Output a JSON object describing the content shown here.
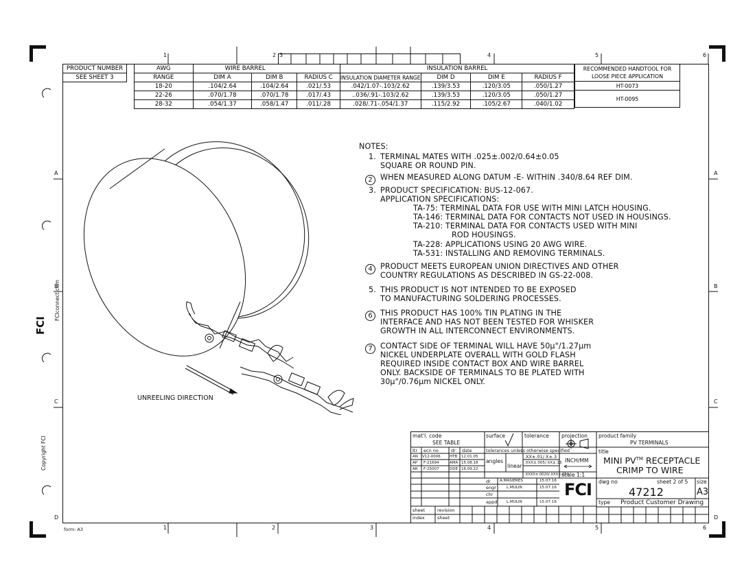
{
  "zones": {
    "columns": [
      "1",
      "2",
      "3",
      "4",
      "5",
      "6"
    ],
    "rows": [
      "A",
      "B",
      "C",
      "D"
    ]
  },
  "wire_table": {
    "product_number_header": "PRODUCT NUMBER",
    "product_number_value": "SEE SHEET 3",
    "awg_header": "AWG",
    "range_header": "RANGE",
    "wire_barrel_header": "WIRE BARREL",
    "insulation_barrel_header": "INSULATION BARREL",
    "columns": [
      "DIM A",
      "DIM B",
      "RADIUS C",
      "INSULATION DIAMETER RANGE",
      "DIM D",
      "DIM E",
      "RADIUS F"
    ],
    "rows": [
      {
        "range": "18-20",
        "cells": [
          ".104/2.64",
          ".104/2.64",
          ".021/.53",
          ".042/1.07-.103/2.62",
          ".139/3.53",
          ".120/3.05",
          ".050/1.27"
        ]
      },
      {
        "range": "22-26",
        "cells": [
          ".070/1.78",
          ".070/1.78",
          ".017/.43",
          "..036/.91-.103/2.62",
          ".139/3.53",
          ".120/3.05",
          ".050/1.27"
        ]
      },
      {
        "range": "28-32",
        "cells": [
          ".054/1.37",
          ".058/1.47",
          ".011/.28",
          ".028/.71-.054/1.37",
          ".115/2.92",
          ".105/2.67",
          ".040/1.02"
        ]
      }
    ],
    "handtool_header_line1": "RECOMMENDED HANDTOOL FOR",
    "handtool_header_line2": "LOOSE PIECE APPLICATION",
    "handtools": [
      "HT-0073",
      "HT-0095"
    ]
  },
  "notes": {
    "title": "NOTES:",
    "n1_num": "1.",
    "n1_l1": "TERMINAL MATES WITH .025±.002/0.64±0.05",
    "n1_l2": "SQUARE OR ROUND PIN.",
    "n2_num": "2",
    "n2_l1": "WHEN MEASURED ALONG DATUM -E- WITHIN .340/8.64 REF DIM.",
    "n3_num": "3.",
    "n3_l1": "PRODUCT SPECIFICATION: BUS-12-067.",
    "n3_l2": "APPLICATION SPECIFICATIONS:",
    "n3_ta75": "TA-75: TERMINAL DATA FOR USE WITH MINI LATCH HOUSING.",
    "n3_ta146": "TA-146: TERMINAL DATA FOR CONTACTS NOT USED IN HOUSINGS.",
    "n3_ta210a": "TA-210: TERMINAL DATA FOR CONTACTS USED WITH MINI",
    "n3_ta210b": "ROD HOUSINGS.",
    "n3_ta228": "TA-228: APPLICATIONS USING 20 AWG WIRE.",
    "n3_ta531": "TA-531: INSTALLING AND REMOVING TERMINALS.",
    "n4_num": "4",
    "n4_l1": "PRODUCT MEETS EUROPEAN UNION DIRECTIVES AND OTHER",
    "n4_l2": "COUNTRY REGULATIONS AS DESCRIBED IN GS-22-008.",
    "n5_num": "5.",
    "n5_l1": "THIS PRODUCT IS NOT INTENDED TO BE EXPOSED",
    "n5_l2": "TO MANUFACTURING SOLDERING PROCESSES.",
    "n6_num": "6",
    "n6_l1": "THIS PRODUCT HAS 100% TIN PLATING IN THE",
    "n6_l2": "INTERFACE AND HAS NOT BEEN TESTED FOR WHISKER",
    "n6_l3": "GROWTH IN ALL INTERCONNECT ENVIRONMENTS.",
    "n7_num": "7",
    "n7_l1": "CONTACT SIDE OF TERMINAL WILL HAVE 50µ\"/1.27µm",
    "n7_l2": "NICKEL UNDERPLATE OVERALL WITH GOLD FLASH",
    "n7_l3": "REQUIRED INSIDE CONTACT BOX AND WIRE BARREL",
    "n7_l4": "ONLY. BACKSIDE OF TERMINALS TO BE PLATED WITH",
    "n7_l5": "30µ\"/0.76µm NICKEL ONLY."
  },
  "drawing": {
    "unreeling_label": "UNREELING DIRECTION"
  },
  "side": {
    "fci_site": "FCIconnect.com",
    "copyright": "Copyright FCI",
    "logo": "FCI"
  },
  "form_label": "form: A3",
  "title_block": {
    "matl_code_label": "mat'l. code",
    "matl_code_value": "SEE TABLE",
    "surface_label": "surface",
    "tolerance_label": "tolerance",
    "projection_label": "projection",
    "tolerances_note": "tolerances unless otherwise specified",
    "angles_label": "angles",
    "linear_label": "linear",
    "tol_xx": ".XX±.01/.X±.3",
    "tol_xxx": ".XXX±.005/.XX±.13",
    "tol_xxxx": ".XXXX±.0020/.XXX±.050",
    "units": "INCH/MM",
    "scale": "scale 1:1",
    "rev_headers": [
      "ltr",
      "ecn no",
      "dr",
      "date"
    ],
    "revisions": [
      {
        "ltr": "AN",
        "ecn": "V12-0006",
        "dr": "HTB",
        "date": "12.01.05"
      },
      {
        "ltr": "AP",
        "ecn": "F-21694",
        "dr": "AMA",
        "date": "15.08.18"
      },
      {
        "ltr": "AR",
        "ecn": "F-25007",
        "dr": "DDE",
        "date": "16.09.22"
      }
    ],
    "sign_rows": [
      {
        "role": "dr",
        "name": "A.MASIERES",
        "date": "15.07.16"
      },
      {
        "role": "engr",
        "name": "L.MULIN",
        "date": "15.07.16"
      },
      {
        "role": "chr",
        "name": "",
        "date": ""
      },
      {
        "role": "appd",
        "name": "L.MULIN",
        "date": "15.07.16"
      }
    ],
    "sheet_index_l1": "sheet",
    "sheet_index_l2": "index",
    "revision_sheet_l1": "revision",
    "revision_sheet_l2": "sheet",
    "product_family_label": "product family",
    "product_family_value": "PV TERMINALS",
    "title_label": "title",
    "title_line1_a": "MINI PV",
    "title_line1_tm": "TM",
    "title_line1_b": " RECEPTACLE",
    "title_line2": "CRIMP TO WIRE",
    "dwg_no_label": "dwg no",
    "dwg_no_value": "47212",
    "sheet_of": "sheet 2 of 5",
    "size_label": "size",
    "size_value": "A3",
    "type_label": "type",
    "type_value": "Product Customer Drawing"
  }
}
